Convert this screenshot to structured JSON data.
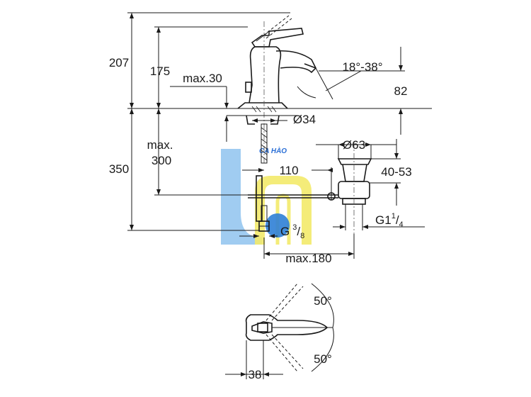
{
  "dimensions": {
    "overall_height": "207",
    "spout_height": "175",
    "max_thickness": "max.30",
    "swivel_angle": "18°-38°",
    "spout_projection": "82",
    "hole_diameter": "Ø34",
    "max_label": "max.",
    "max_depth": "300",
    "lower_height": "350",
    "rod_length": "110",
    "waste_diameter": "Ø63",
    "waste_range": "40-53",
    "waste_thread_base": "G1",
    "waste_thread_num": "1",
    "waste_thread_den": "4",
    "conn_thread_base": "G",
    "conn_thread_num": "3",
    "conn_thread_den": "8",
    "max_reach": "max.180",
    "angle_top": "50°",
    "angle_bottom": "50°",
    "base_width": "38"
  },
  "watermark": {
    "text": "CA HÀO",
    "colors": {
      "blue": "#8fc3ee",
      "yellow": "#f3ea6a",
      "dot": "#2f7fd6"
    }
  },
  "colors": {
    "line": "#1a1a1a"
  }
}
